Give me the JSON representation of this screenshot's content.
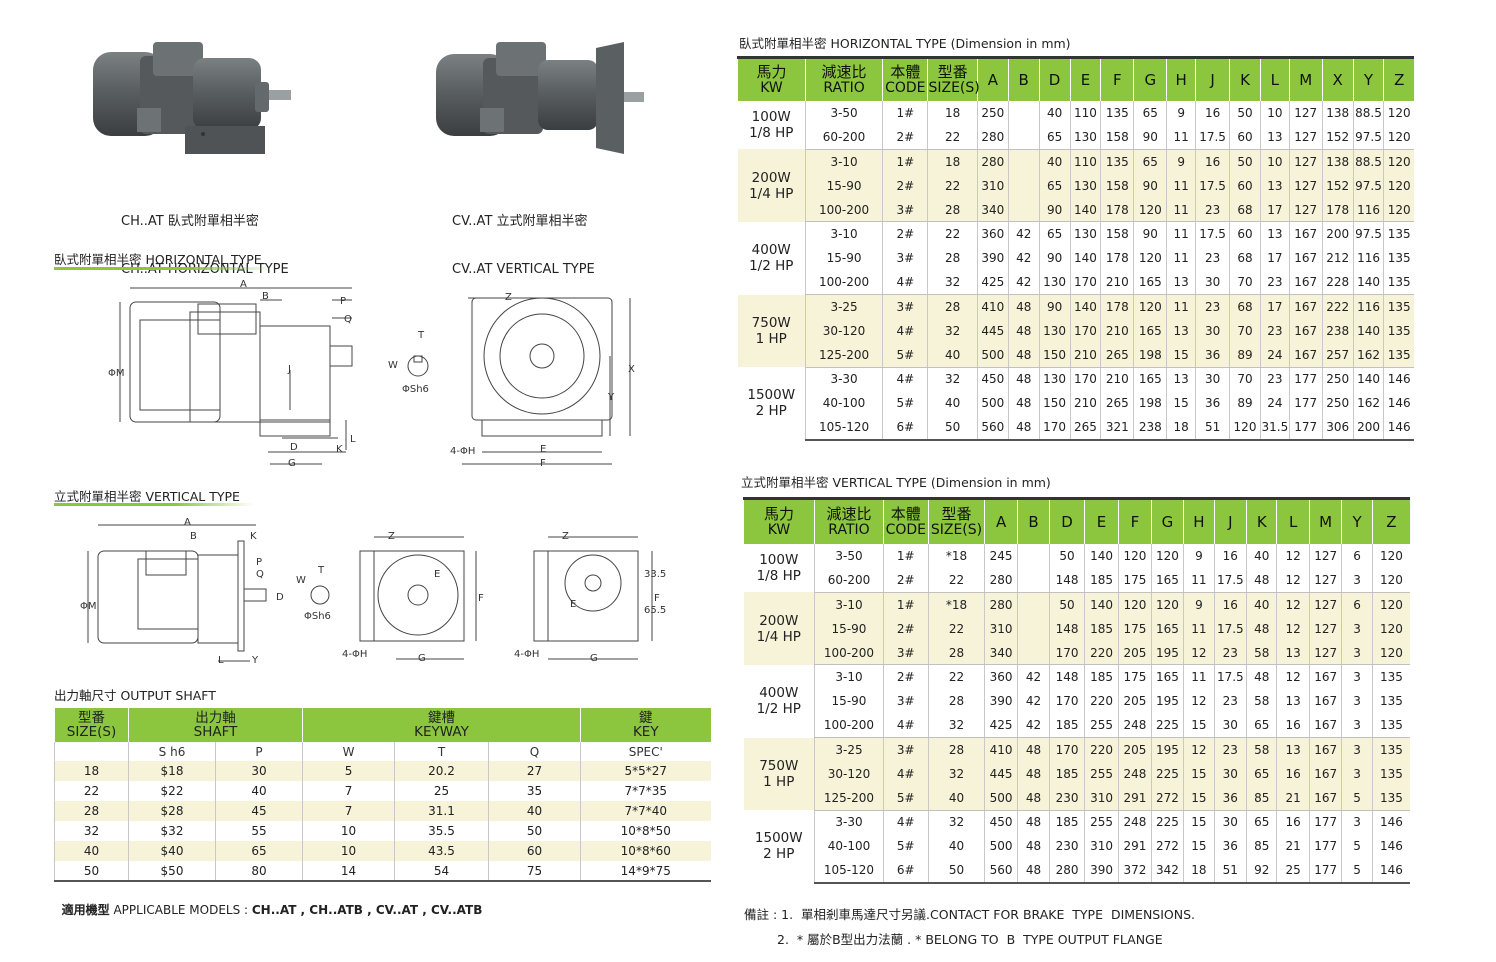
{
  "products": {
    "horizontal_caption": [
      "CH..AT 臥式附單相半密",
      "CH..AT HORIZONTAL TYPE"
    ],
    "vertical_caption": [
      "CV..AT 立式附單相半密",
      "CV..AT VERTICAL TYPE"
    ]
  },
  "drawings": {
    "horizontal_title": "臥式附單相半密 HORIZONTAL TYPE",
    "vertical_title": "立式附單相半密 VERTICAL TYPE",
    "labels": {
      "A": "A",
      "B": "B",
      "P": "P",
      "Q": "Q",
      "M": "ΦM",
      "J": "J",
      "D": "D",
      "K": "K",
      "L": "L",
      "G": "G",
      "Z": "Z",
      "X": "X",
      "Y": "Y",
      "E": "E",
      "F": "F",
      "H": "4-ΦH",
      "T": "T",
      "W": "W",
      "Sh6": "ΦSh6",
      "v335": "33.5",
      "v655": "65.5"
    }
  },
  "horizontal_table": {
    "title": "臥式附單相半密 HORIZONTAL TYPE (Dimension in mm)",
    "headers": [
      [
        "馬力",
        "KW"
      ],
      [
        "減速比",
        "RATIO"
      ],
      [
        "本體",
        "CODE"
      ],
      [
        "型番",
        "SIZE(S)"
      ],
      "A",
      "B",
      "D",
      "E",
      "F",
      "G",
      "H",
      "J",
      "K",
      "L",
      "M",
      "X",
      "Y",
      "Z"
    ],
    "groups": [
      {
        "kw": [
          "100W",
          "1/8 HP"
        ],
        "rows": [
          [
            "3-50",
            "1#",
            "18",
            "250",
            "",
            "40",
            "110",
            "135",
            "65",
            "9",
            "16",
            "50",
            "10",
            "127",
            "138",
            "88.5",
            "120"
          ],
          [
            "60-200",
            "2#",
            "22",
            "280",
            "",
            "65",
            "130",
            "158",
            "90",
            "11",
            "17.5",
            "60",
            "13",
            "127",
            "152",
            "97.5",
            "120"
          ]
        ]
      },
      {
        "kw": [
          "200W",
          "1/4 HP"
        ],
        "rows": [
          [
            "3-10",
            "1#",
            "18",
            "280",
            "",
            "40",
            "110",
            "135",
            "65",
            "9",
            "16",
            "50",
            "10",
            "127",
            "138",
            "88.5",
            "120"
          ],
          [
            "15-90",
            "2#",
            "22",
            "310",
            "",
            "65",
            "130",
            "158",
            "90",
            "11",
            "17.5",
            "60",
            "13",
            "127",
            "152",
            "97.5",
            "120"
          ],
          [
            "100-200",
            "3#",
            "28",
            "340",
            "",
            "90",
            "140",
            "178",
            "120",
            "11",
            "23",
            "68",
            "17",
            "127",
            "178",
            "116",
            "120"
          ]
        ]
      },
      {
        "kw": [
          "400W",
          "1/2 HP"
        ],
        "rows": [
          [
            "3-10",
            "2#",
            "22",
            "360",
            "42",
            "65",
            "130",
            "158",
            "90",
            "11",
            "17.5",
            "60",
            "13",
            "167",
            "200",
            "97.5",
            "135"
          ],
          [
            "15-90",
            "3#",
            "28",
            "390",
            "42",
            "90",
            "140",
            "178",
            "120",
            "11",
            "23",
            "68",
            "17",
            "167",
            "212",
            "116",
            "135"
          ],
          [
            "100-200",
            "4#",
            "32",
            "425",
            "42",
            "130",
            "170",
            "210",
            "165",
            "13",
            "30",
            "70",
            "23",
            "167",
            "228",
            "140",
            "135"
          ]
        ]
      },
      {
        "kw": [
          "750W",
          "1 HP"
        ],
        "rows": [
          [
            "3-25",
            "3#",
            "28",
            "410",
            "48",
            "90",
            "140",
            "178",
            "120",
            "11",
            "23",
            "68",
            "17",
            "167",
            "222",
            "116",
            "135"
          ],
          [
            "30-120",
            "4#",
            "32",
            "445",
            "48",
            "130",
            "170",
            "210",
            "165",
            "13",
            "30",
            "70",
            "23",
            "167",
            "238",
            "140",
            "135"
          ],
          [
            "125-200",
            "5#",
            "40",
            "500",
            "48",
            "150",
            "210",
            "265",
            "198",
            "15",
            "36",
            "89",
            "24",
            "167",
            "257",
            "162",
            "135"
          ]
        ]
      },
      {
        "kw": [
          "1500W",
          "2 HP"
        ],
        "rows": [
          [
            "3-30",
            "4#",
            "32",
            "450",
            "48",
            "130",
            "170",
            "210",
            "165",
            "13",
            "30",
            "70",
            "23",
            "177",
            "250",
            "140",
            "146"
          ],
          [
            "40-100",
            "5#",
            "40",
            "500",
            "48",
            "150",
            "210",
            "265",
            "198",
            "15",
            "36",
            "89",
            "24",
            "177",
            "250",
            "162",
            "146"
          ],
          [
            "105-120",
            "6#",
            "50",
            "560",
            "48",
            "170",
            "265",
            "321",
            "238",
            "18",
            "51",
            "120",
            "31.5",
            "177",
            "306",
            "200",
            "146"
          ]
        ]
      }
    ]
  },
  "vertical_table": {
    "title": "立式附單相半密 VERTICAL TYPE (Dimension in mm)",
    "headers": [
      [
        "馬力",
        "KW"
      ],
      [
        "減速比",
        "RATIO"
      ],
      [
        "本體",
        "CODE"
      ],
      [
        "型番",
        "SIZE(S)"
      ],
      "A",
      "B",
      "D",
      "E",
      "F",
      "G",
      "H",
      "J",
      "K",
      "L",
      "M",
      "Y",
      "Z"
    ],
    "groups": [
      {
        "kw": [
          "100W",
          "1/8 HP"
        ],
        "rows": [
          [
            "3-50",
            "1#",
            "*18",
            "245",
            "",
            "50",
            "140",
            "120",
            "120",
            "9",
            "16",
            "40",
            "12",
            "127",
            "6",
            "120"
          ],
          [
            "60-200",
            "2#",
            "22",
            "280",
            "",
            "148",
            "185",
            "175",
            "165",
            "11",
            "17.5",
            "48",
            "12",
            "127",
            "3",
            "120"
          ]
        ]
      },
      {
        "kw": [
          "200W",
          "1/4 HP"
        ],
        "rows": [
          [
            "3-10",
            "1#",
            "*18",
            "280",
            "",
            "50",
            "140",
            "120",
            "120",
            "9",
            "16",
            "40",
            "12",
            "127",
            "6",
            "120"
          ],
          [
            "15-90",
            "2#",
            "22",
            "310",
            "",
            "148",
            "185",
            "175",
            "165",
            "11",
            "17.5",
            "48",
            "12",
            "127",
            "3",
            "120"
          ],
          [
            "100-200",
            "3#",
            "28",
            "340",
            "",
            "170",
            "220",
            "205",
            "195",
            "12",
            "23",
            "58",
            "13",
            "127",
            "3",
            "120"
          ]
        ]
      },
      {
        "kw": [
          "400W",
          "1/2 HP"
        ],
        "rows": [
          [
            "3-10",
            "2#",
            "22",
            "360",
            "42",
            "148",
            "185",
            "175",
            "165",
            "11",
            "17.5",
            "48",
            "12",
            "167",
            "3",
            "135"
          ],
          [
            "15-90",
            "3#",
            "28",
            "390",
            "42",
            "170",
            "220",
            "205",
            "195",
            "12",
            "23",
            "58",
            "13",
            "167",
            "3",
            "135"
          ],
          [
            "100-200",
            "4#",
            "32",
            "425",
            "42",
            "185",
            "255",
            "248",
            "225",
            "15",
            "30",
            "65",
            "16",
            "167",
            "3",
            "135"
          ]
        ]
      },
      {
        "kw": [
          "750W",
          "1 HP"
        ],
        "rows": [
          [
            "3-25",
            "3#",
            "28",
            "410",
            "48",
            "170",
            "220",
            "205",
            "195",
            "12",
            "23",
            "58",
            "13",
            "167",
            "3",
            "135"
          ],
          [
            "30-120",
            "4#",
            "32",
            "445",
            "48",
            "185",
            "255",
            "248",
            "225",
            "15",
            "30",
            "65",
            "16",
            "167",
            "3",
            "135"
          ],
          [
            "125-200",
            "5#",
            "40",
            "500",
            "48",
            "230",
            "310",
            "291",
            "272",
            "15",
            "36",
            "85",
            "21",
            "167",
            "5",
            "135"
          ]
        ]
      },
      {
        "kw": [
          "1500W",
          "2 HP"
        ],
        "rows": [
          [
            "3-30",
            "4#",
            "32",
            "450",
            "48",
            "185",
            "255",
            "248",
            "225",
            "15",
            "30",
            "65",
            "16",
            "177",
            "3",
            "146"
          ],
          [
            "40-100",
            "5#",
            "40",
            "500",
            "48",
            "230",
            "310",
            "291",
            "272",
            "15",
            "36",
            "85",
            "21",
            "177",
            "5",
            "146"
          ],
          [
            "105-120",
            "6#",
            "50",
            "560",
            "48",
            "280",
            "390",
            "372",
            "342",
            "18",
            "51",
            "92",
            "25",
            "177",
            "5",
            "146"
          ]
        ]
      }
    ]
  },
  "output_shaft": {
    "title": "出力軸尺寸 OUTPUT SHAFT",
    "headers": [
      [
        "型番",
        "SIZE(S)"
      ],
      [
        "出力軸",
        "SHAFT"
      ],
      [
        "鍵槽",
        "KEYWAY"
      ],
      [
        "鍵",
        "KEY"
      ]
    ],
    "subheaders": [
      "S h6",
      "P",
      "W",
      "T",
      "Q",
      "SPEC'"
    ],
    "rows": [
      [
        "18",
        "$18",
        "30",
        "5",
        "20.2",
        "27",
        "5*5*27"
      ],
      [
        "22",
        "$22",
        "40",
        "7",
        "25",
        "35",
        "7*7*35"
      ],
      [
        "28",
        "$28",
        "45",
        "7",
        "31.1",
        "40",
        "7*7*40"
      ],
      [
        "32",
        "$32",
        "55",
        "10",
        "35.5",
        "50",
        "10*8*50"
      ],
      [
        "40",
        "$40",
        "65",
        "10",
        "43.5",
        "60",
        "10*8*60"
      ],
      [
        "50",
        "$50",
        "80",
        "14",
        "54",
        "75",
        "14*9*75"
      ]
    ],
    "applicable_label": "適用機型",
    "applicable_text": " APPLICABLE MODELS : ",
    "applicable_models": "CH..AT , CH..ATB , CV..AT , CV..ATB"
  },
  "notes": [
    "備註 : 1.  單相剎車馬達尺寸另議.CONTACT FOR BRAKE  TYPE  DIMENSIONS.",
    "2.  * 屬於B型出力法蘭 . * BELONG TO  B  TYPE OUTPUT FLANGE"
  ],
  "colors": {
    "accent": "#8cc63f",
    "band": "#f6f3d8",
    "motor": "#5f6466"
  }
}
